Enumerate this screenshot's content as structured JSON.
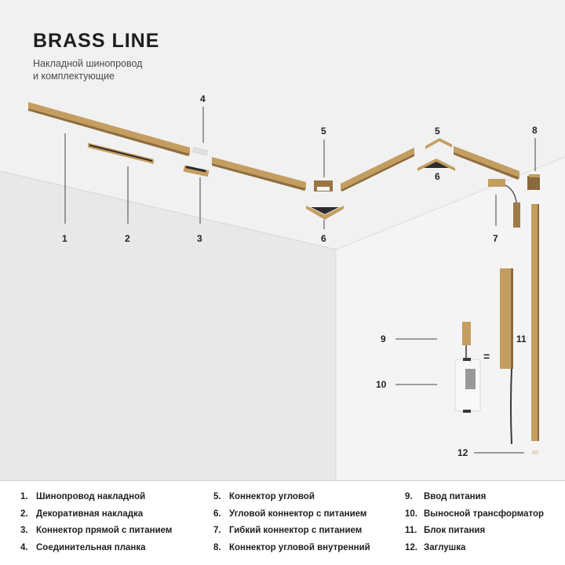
{
  "header": {
    "title": "BRASS LINE",
    "subtitle_line1": "Накладной шинопровод",
    "subtitle_line2": "и комплектующие"
  },
  "colors": {
    "brass": "#c09a5c",
    "brass_dark": "#8a6a3a",
    "ceiling": "#f0f0f0",
    "wall_left": "#e6e6e6",
    "wall_right": "#f4f4f4"
  },
  "callouts": [
    "1",
    "2",
    "3",
    "4",
    "5",
    "6",
    "5",
    "6",
    "7",
    "8",
    "9",
    "10",
    "11",
    "12"
  ],
  "equals_sign": "=",
  "legend": {
    "col1": [
      {
        "n": "1.",
        "label": "Шинопровод накладной"
      },
      {
        "n": "2.",
        "label": "Декоративная накладка"
      },
      {
        "n": "3.",
        "label": "Коннектор прямой с питанием"
      },
      {
        "n": "4.",
        "label": "Соединительная планка"
      }
    ],
    "col2": [
      {
        "n": "5.",
        "label": "Коннектор угловой"
      },
      {
        "n": "6.",
        "label": "Угловой коннектор с питанием"
      },
      {
        "n": "7.",
        "label": "Гибкий коннектор с питанием"
      },
      {
        "n": "8.",
        "label": "Коннектор угловой внутренний"
      }
    ],
    "col3": [
      {
        "n": "9.",
        "label": "Ввод питания"
      },
      {
        "n": "10.",
        "label": "Выносной трансформатор"
      },
      {
        "n": "11.",
        "label": "Блок питания"
      },
      {
        "n": "12.",
        "label": "Заглушка"
      }
    ]
  }
}
